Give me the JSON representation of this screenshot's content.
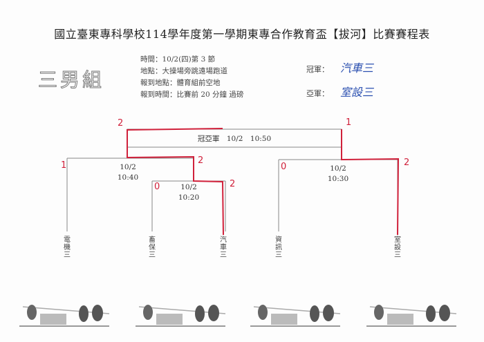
{
  "title": "國立臺東專科學校114學年度第一學期東專合作教育盃【拔河】比賽賽程表",
  "group": "三男組",
  "info": {
    "time": "時間：10/2(四)第 3 節",
    "place": "地點：大操場旁跳遠場跑道",
    "checkin_place": "報到地點：體育組前空地",
    "checkin_time": "報到時間：比賽前 20 分鐘 過磅"
  },
  "results": {
    "champion_label": "冠軍：",
    "champion": "汽車三",
    "runnerup_label": "亞軍：",
    "runnerup": "室設三"
  },
  "matches": {
    "final": "冠亞軍　10/2　10:50",
    "semi_left_date": "10/2",
    "semi_left_time": "10:40",
    "first_left_date": "10/2",
    "first_left_time": "10:20",
    "semi_right_date": "10/2",
    "semi_right_time": "10:30"
  },
  "teams": [
    "電機三",
    "畜保三",
    "汽車三",
    "資訊三",
    "室設三"
  ],
  "scores": {
    "final_left": "2",
    "final_right": "1",
    "semi_left_a": "1",
    "semi_left_b": "2",
    "first_a": "0",
    "first_b": "2",
    "semi_right_a": "0",
    "semi_right_b": "2"
  },
  "colors": {
    "bracket": "#888888",
    "winner": "#d0203a",
    "handwriting": "#2a4fb0"
  }
}
